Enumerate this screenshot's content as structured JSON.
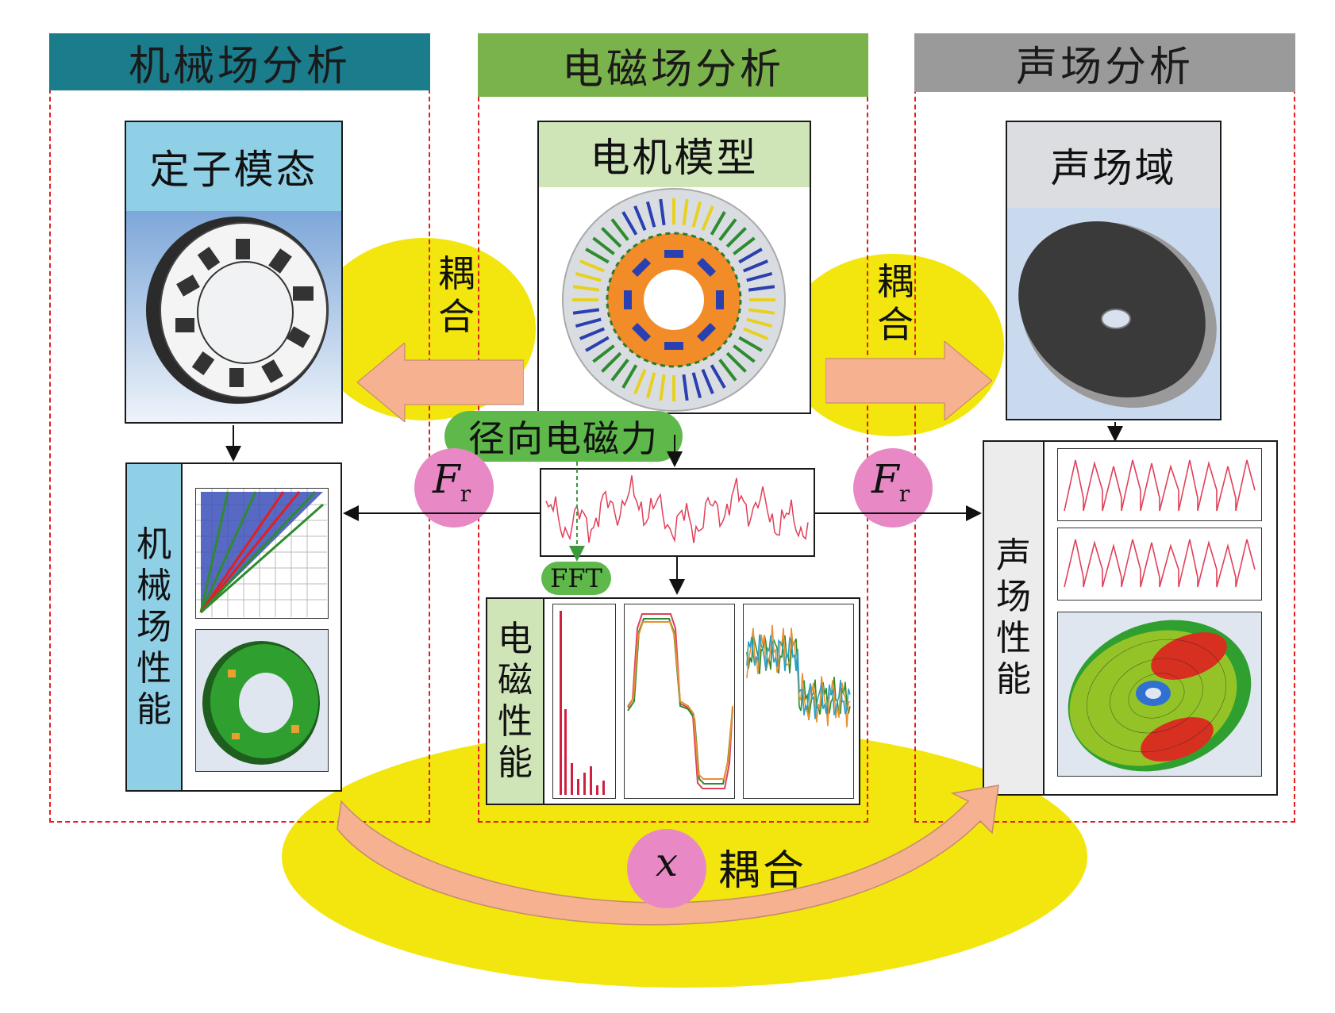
{
  "sections": {
    "mechanical": {
      "title": "机械场分析",
      "color": "#1b7c8c"
    },
    "electromagnetic": {
      "title": "电磁场分析",
      "color": "#7ab34c"
    },
    "acoustic": {
      "title": "声场分析",
      "color": "#9a9a9a"
    }
  },
  "panels": {
    "stator_mode": "定子模态",
    "motor_model": "电机模型",
    "sound_field_domain": "声场域",
    "mech_performance": [
      "机",
      "械",
      "场",
      "性",
      "能"
    ],
    "em_performance": [
      "电",
      "磁",
      "性",
      "能"
    ],
    "acoustic_performance": [
      "声",
      "场",
      "性",
      "能"
    ]
  },
  "coupling": {
    "left": [
      "耦",
      "合"
    ],
    "right": [
      "耦",
      "合"
    ],
    "bottom": "耦合",
    "bottom_var": "x"
  },
  "force": {
    "label": "径向电磁力",
    "symbol": "F",
    "subscript": "r",
    "fft": "FFT"
  },
  "colors": {
    "dash": "#e02020",
    "yellow": "#f2e60e",
    "arrow": "#f5b190",
    "pink": "#e889c6",
    "green": "#5fb84a",
    "trace_red": "#e0405a"
  }
}
